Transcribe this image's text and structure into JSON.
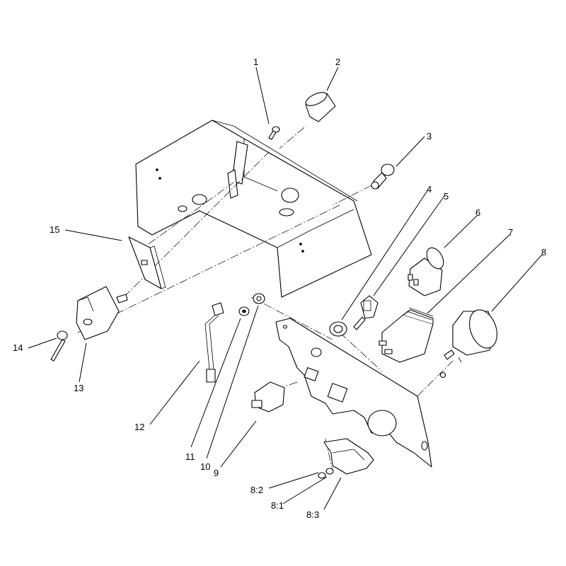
{
  "callouts": [
    {
      "id": "1",
      "text": "1"
    },
    {
      "id": "2",
      "text": "2"
    },
    {
      "id": "3",
      "text": "3"
    },
    {
      "id": "4",
      "text": "4"
    },
    {
      "id": "5",
      "text": "5"
    },
    {
      "id": "6",
      "text": "6"
    },
    {
      "id": "7",
      "text": "7"
    },
    {
      "id": "8",
      "text": "8"
    },
    {
      "id": "9",
      "text": "9"
    },
    {
      "id": "10",
      "text": "10"
    },
    {
      "id": "11",
      "text": "11"
    },
    {
      "id": "12",
      "text": "12"
    },
    {
      "id": "13",
      "text": "13"
    },
    {
      "id": "14",
      "text": "14"
    },
    {
      "id": "15",
      "text": "15"
    },
    {
      "id": "8-1",
      "text": "8:1"
    },
    {
      "id": "8-2",
      "text": "8:2"
    },
    {
      "id": "8-3",
      "text": "8:3"
    }
  ]
}
